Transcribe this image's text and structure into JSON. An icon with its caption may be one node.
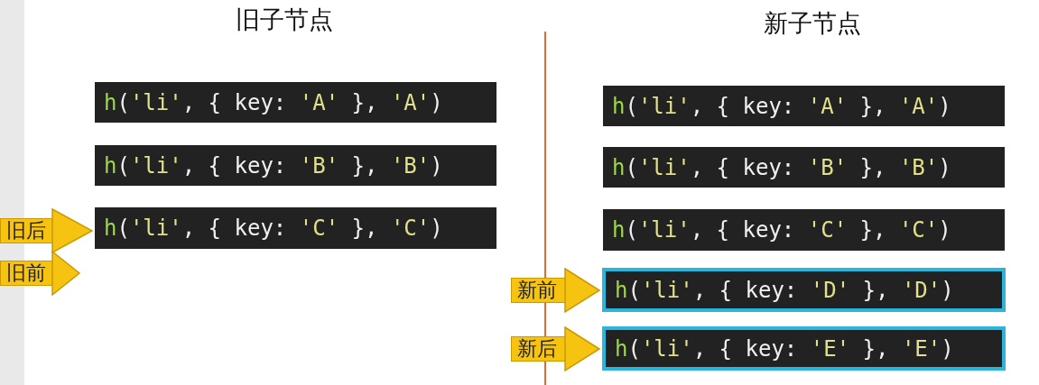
{
  "diagram": {
    "nodes": [
      {
        "text": [
          "h('li', { key: 'A' }, 'A')"
        ]
      },
      {
        "text": [
          "h('li', { key: 'B' }, 'B')"
        ]
      },
      {
        "text": [
          "h('li', { key: 'C' }, 'C')"
        ]
      },
      {
        "text": [
          "旧后"
        ]
      },
      {
        "text": [
          "旧前"
        ]
      },
      {
        "text": [
          "h('li', { key: 'A' }, 'A')"
        ]
      },
      {
        "text": [
          "h('li', { key: 'B' }, 'B')"
        ]
      },
      {
        "text": [
          "h('li', { key: 'C' }, 'C')"
        ]
      },
      {
        "text": [
          "h('li', { key: 'D' }, 'D')"
        ]
      },
      {
        "text": [
          "h('li', { key: 'E' }, 'E')"
        ]
      },
      {
        "text": [
          "新前"
        ]
      },
      {
        "text": [
          "新后"
        ]
      }
    ],
    "edges": [
      {
        "from": 3,
        "to": 2,
        "arrow": "to"
      },
      {
        "from": 4,
        "to": null,
        "arrow": "to"
      },
      {
        "from": 10,
        "to": 8,
        "arrow": "to"
      },
      {
        "from": 11,
        "to": 9,
        "arrow": "to"
      }
    ],
    "labels": [
      "旧子节点",
      "新子节点"
    ]
  }
}
